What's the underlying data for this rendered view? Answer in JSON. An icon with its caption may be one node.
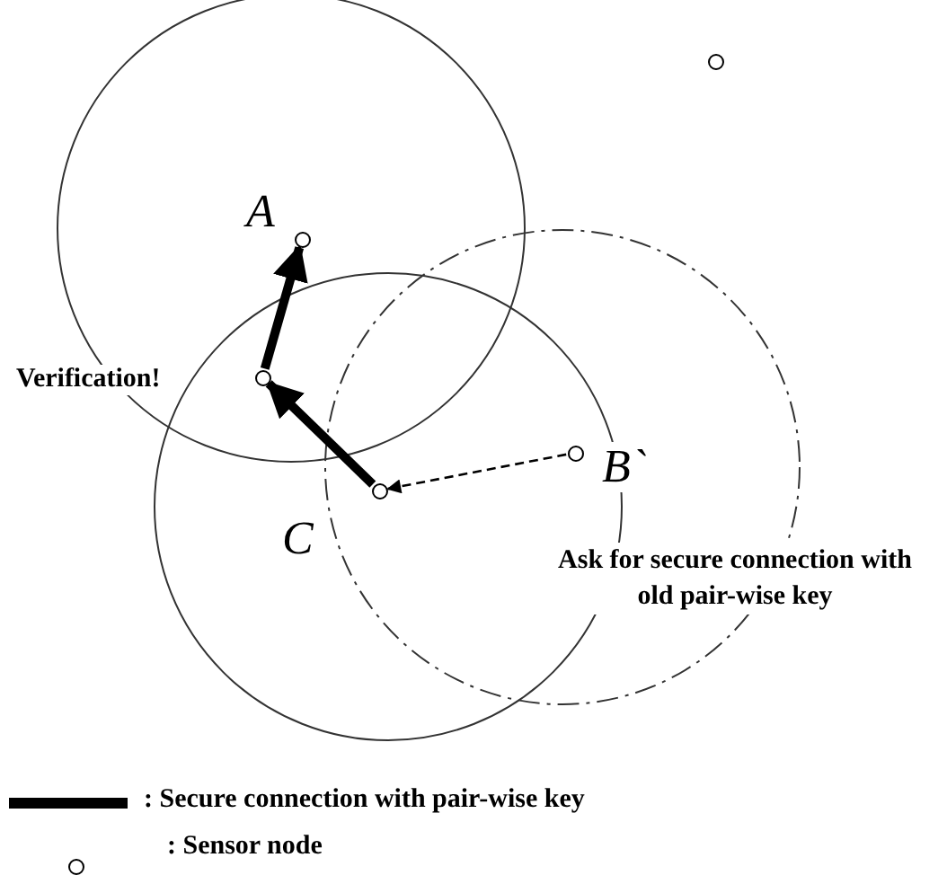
{
  "diagram": {
    "nodes": [
      {
        "text": [],
        "shape": "circle",
        "beside": [
          "A"
        ]
      },
      {
        "text": [],
        "shape": "circle",
        "beside": [
          "Verification!"
        ]
      },
      {
        "text": [],
        "shape": "circle",
        "beside": [
          "C"
        ]
      },
      {
        "text": [],
        "shape": "circle",
        "beside": [
          "B`"
        ]
      },
      {
        "text": [],
        "shape": "circle"
      }
    ],
    "edges": [
      {
        "from": 2,
        "to": 1,
        "arrow": "to"
      },
      {
        "from": 1,
        "to": 0,
        "arrow": "to"
      },
      {
        "from": 3,
        "to": 2,
        "arrow": "to",
        "style": "dashed"
      }
    ],
    "labels": [
      "Ask for secure connection with old pair-wise key"
    ],
    "legend": [
      {
        "text": ": Secure connection with pair-wise key"
      },
      {
        "text": ": Sensor node"
      }
    ]
  }
}
